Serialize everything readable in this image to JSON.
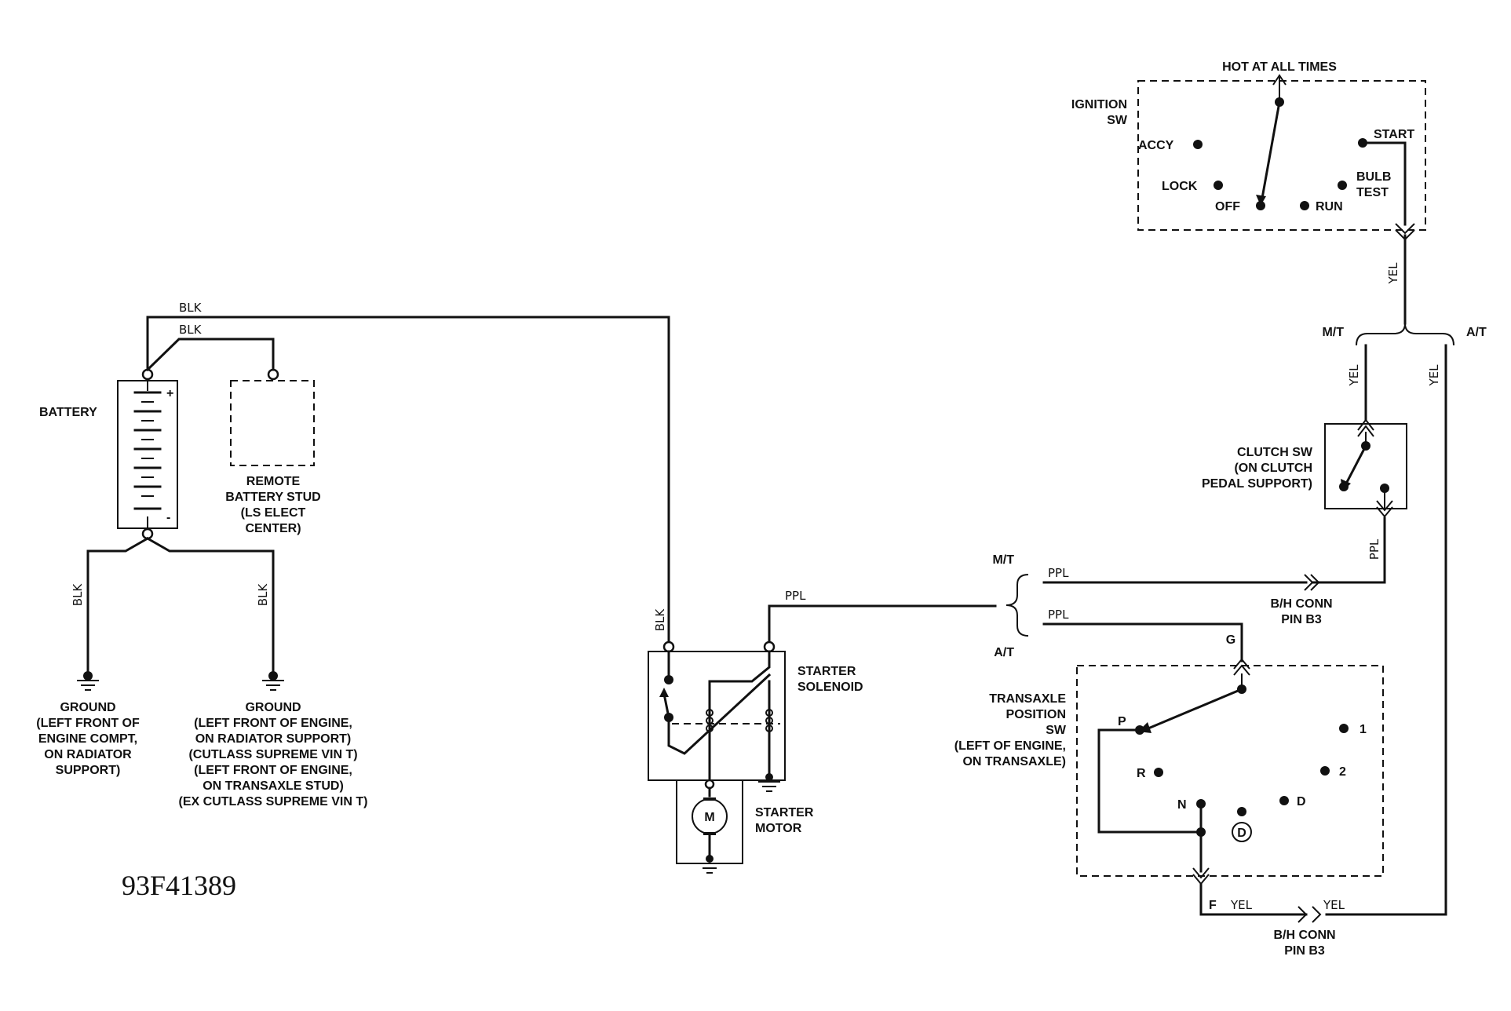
{
  "ignition": {
    "title": "HOT AT ALL TIMES",
    "name_line1": "IGNITION",
    "name_line2": "SW",
    "accy": "ACCY",
    "lock": "LOCK",
    "off": "OFF",
    "run": "RUN",
    "start": "START",
    "bulb_line1": "BULB",
    "bulb_line2": "TEST"
  },
  "wires": {
    "yel": "YEL",
    "blk": "BLK",
    "ppl": "PPL",
    "mt": "M/T",
    "at": "A/T",
    "f": "F",
    "g": "G"
  },
  "battery": {
    "label": "BATTERY",
    "plus": "+",
    "minus": "-",
    "remote_l1": "REMOTE",
    "remote_l2": "BATTERY STUD",
    "remote_l3": "(LS ELECT",
    "remote_l4": "CENTER)"
  },
  "ground1": {
    "l1": "GROUND",
    "l2": "(LEFT FRONT OF",
    "l3": "ENGINE COMPT,",
    "l4": "ON RADIATOR",
    "l5": "SUPPORT)"
  },
  "ground2": {
    "l1": "GROUND",
    "l2": "(LEFT FRONT OF ENGINE,",
    "l3": "ON RADIATOR SUPPORT)",
    "l4": "(CUTLASS SUPREME VIN T)",
    "l5": "(LEFT FRONT OF ENGINE,",
    "l6": "ON TRANSAXLE STUD)",
    "l7": "(EX CUTLASS SUPREME VIN T)"
  },
  "starter": {
    "sol_l1": "STARTER",
    "sol_l2": "SOLENOID",
    "motor_l1": "STARTER",
    "motor_l2": "MOTOR",
    "m": "M"
  },
  "clutch": {
    "l1": "CLUTCH SW",
    "l2": "(ON CLUTCH",
    "l3": "PEDAL SUPPORT)"
  },
  "bh_conn": {
    "l1": "B/H CONN",
    "l2": "PIN B3"
  },
  "transaxle": {
    "l1": "TRANSAXLE",
    "l2": "POSITION",
    "l3": "SW",
    "l4": "(LEFT OF ENGINE,",
    "l5": "ON TRANSAXLE)",
    "p": "P",
    "r": "R",
    "n": "N",
    "d_circle": "D",
    "d": "D",
    "two": "2",
    "one": "1"
  },
  "figure_code": "93F41389"
}
